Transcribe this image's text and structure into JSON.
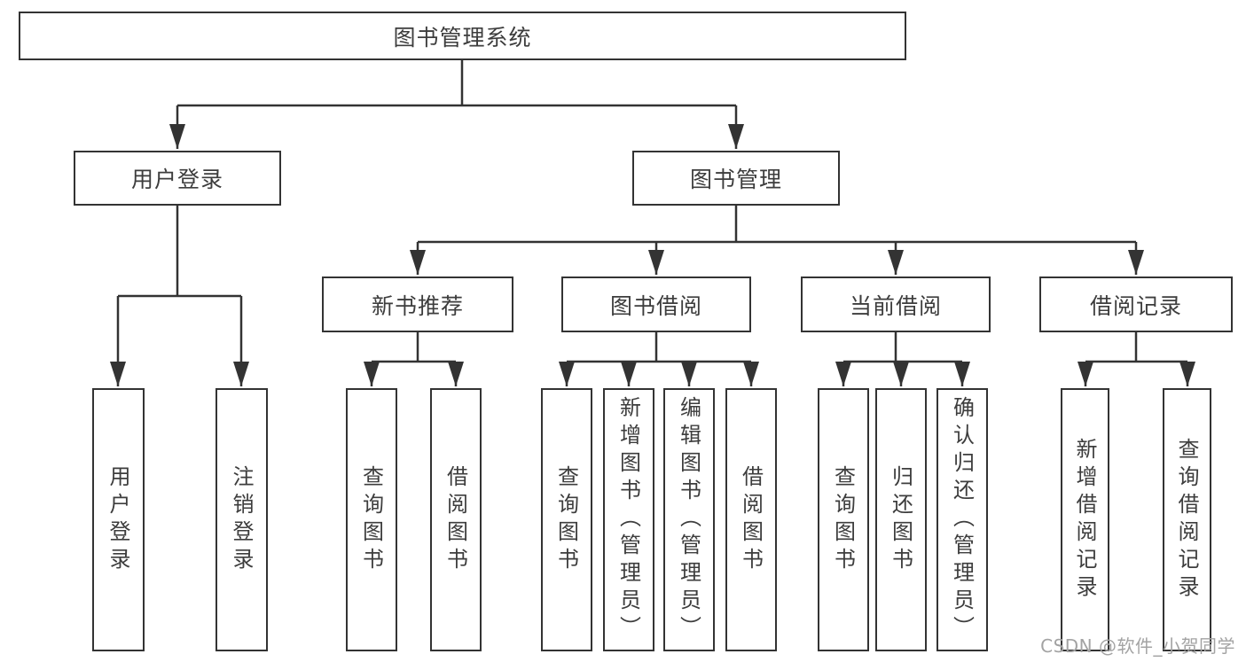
{
  "colors": {
    "line": "#333333",
    "box_border": "#333333",
    "text": "#3d3d3d",
    "watermark": "#a3a3a3",
    "background": "#ffffff"
  },
  "watermark": {
    "text": "CSDN @软件_小贺同学"
  },
  "tree": {
    "label": "图书管理系统",
    "children": [
      {
        "label": "用户登录",
        "children": [
          {
            "label": "用户登录"
          },
          {
            "label": "注销登录"
          }
        ]
      },
      {
        "label": "图书管理",
        "children": [
          {
            "label": "新书推荐",
            "children": [
              {
                "label": "查询图书"
              },
              {
                "label": "借阅图书"
              }
            ]
          },
          {
            "label": "图书借阅",
            "children": [
              {
                "label": "查询图书"
              },
              {
                "label": "新增图书（管理员）"
              },
              {
                "label": "编辑图书（管理员）"
              },
              {
                "label": "借阅图书"
              }
            ]
          },
          {
            "label": "当前借阅",
            "children": [
              {
                "label": "查询图书"
              },
              {
                "label": "归还图书"
              },
              {
                "label": "确认归还（管理员）"
              }
            ]
          },
          {
            "label": "借阅记录",
            "children": [
              {
                "label": "新增借阅记录"
              },
              {
                "label": "查询借阅记录"
              }
            ]
          }
        ]
      }
    ]
  }
}
